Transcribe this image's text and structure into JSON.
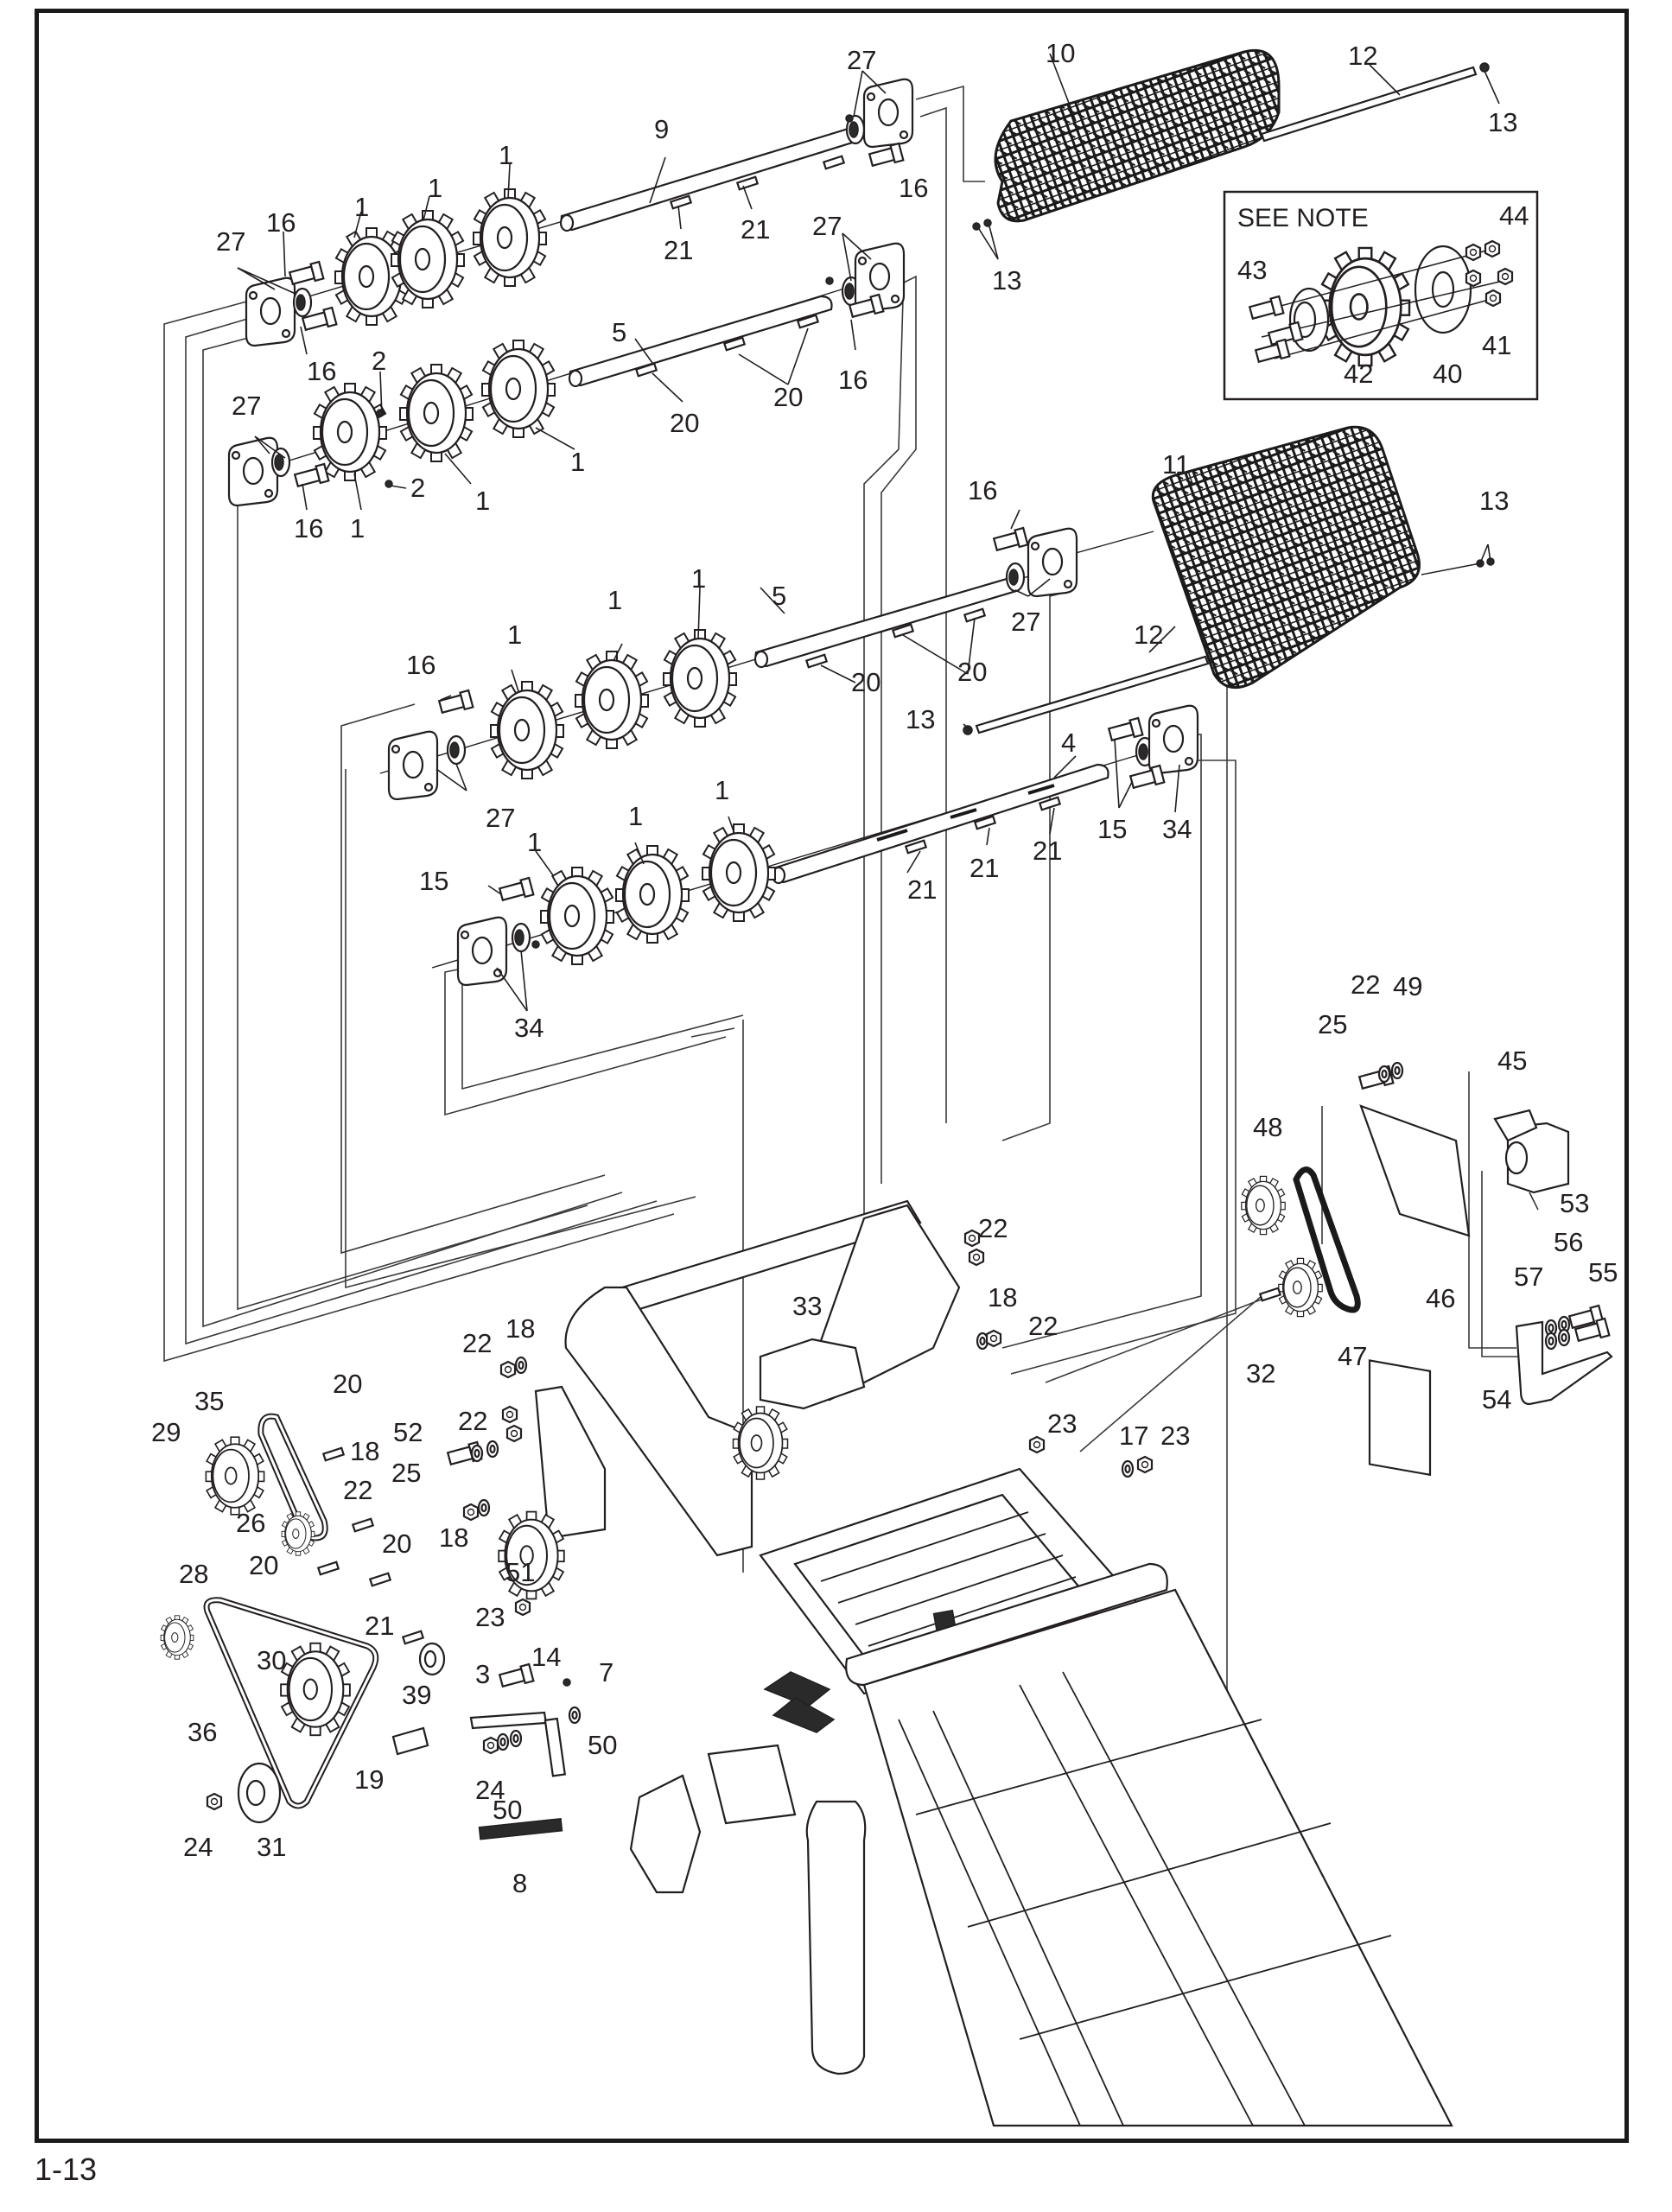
{
  "page": {
    "page_number": "1-13"
  },
  "note_box": {
    "title": "SEE NOTE",
    "callouts": [
      "40",
      "41",
      "42",
      "43",
      "44"
    ]
  },
  "callouts": {
    "c1a": "1",
    "c1b": "1",
    "c1c": "1",
    "c1d": "1",
    "c1e": "1",
    "c1f": "1",
    "c1g": "1",
    "c1h": "1",
    "c1i": "1",
    "c1j": "1",
    "c1k": "1",
    "c1l": "1",
    "c2a": "2",
    "c2b": "2",
    "c3": "3",
    "c4": "4",
    "c5a": "5",
    "c5b": "5",
    "c7": "7",
    "c8": "8",
    "c9": "9",
    "c10": "10",
    "c11": "11",
    "c12a": "12",
    "c12b": "12",
    "c13a": "13",
    "c13b": "13",
    "c13c": "13",
    "c13d": "13",
    "c14": "14",
    "c15a": "15",
    "c15b": "15",
    "c16a": "16",
    "c16b": "16",
    "c16c": "16",
    "c16d": "16",
    "c16e": "16",
    "c16f": "16",
    "c16g": "16",
    "c17": "17",
    "c18a": "18",
    "c18b": "18",
    "c18c": "18",
    "c18d": "18",
    "c19": "19",
    "c20a": "20",
    "c20b": "20",
    "c20c": "20",
    "c20d": "20",
    "c20e": "20",
    "c20f": "20",
    "c20g": "20",
    "c21a": "21",
    "c21b": "21",
    "c21c": "21",
    "c21d": "21",
    "c21e": "21",
    "c21f": "21",
    "c22a": "22",
    "c22b": "22",
    "c22c": "22",
    "c22d": "22",
    "c22e": "22",
    "c22f": "22",
    "c23a": "23",
    "c23b": "23",
    "c23c": "23",
    "c24a": "24",
    "c24b": "24",
    "c25a": "25",
    "c25b": "25",
    "c26": "26",
    "c27a": "27",
    "c27b": "27",
    "c27c": "27",
    "c27d": "27",
    "c27e": "27",
    "c27f": "27",
    "c28": "28",
    "c29": "29",
    "c30": "30",
    "c31": "31",
    "c32": "32",
    "c33": "33",
    "c34a": "34",
    "c34b": "34",
    "c35": "35",
    "c36": "36",
    "c39": "39",
    "c40": "40",
    "c41": "41",
    "c42": "42",
    "c43": "43",
    "c44": "44",
    "c45": "45",
    "c46": "46",
    "c47": "47",
    "c48": "48",
    "c49": "49",
    "c50a": "50",
    "c50b": "50",
    "c51": "51",
    "c52": "52",
    "c53": "53",
    "c54": "54",
    "c55": "55",
    "c56": "56",
    "c57": "57"
  }
}
